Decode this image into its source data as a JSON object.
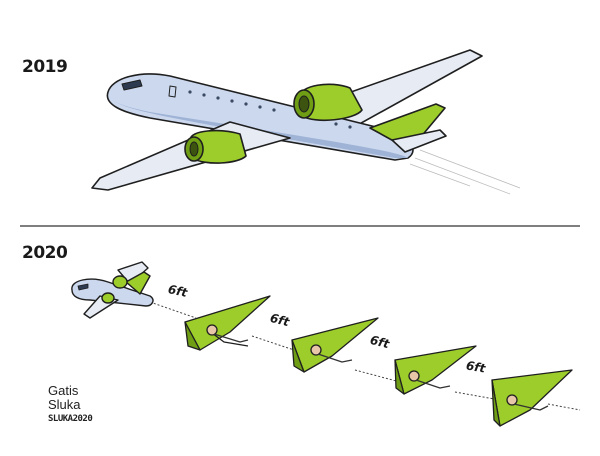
{
  "panels": {
    "top_year": "2019",
    "bottom_year": "2020"
  },
  "distances": [
    "6ft",
    "6ft",
    "6ft",
    "6ft"
  ],
  "signature": {
    "first_name": "Gatis",
    "last_name": "Sluka",
    "mark": "SLUKA2020"
  },
  "colors": {
    "accent_green": "#9ccd2a",
    "dark_green": "#6f9e14",
    "fuselage_blue": "#c9d6ec",
    "outline": "#1f1f1f"
  }
}
